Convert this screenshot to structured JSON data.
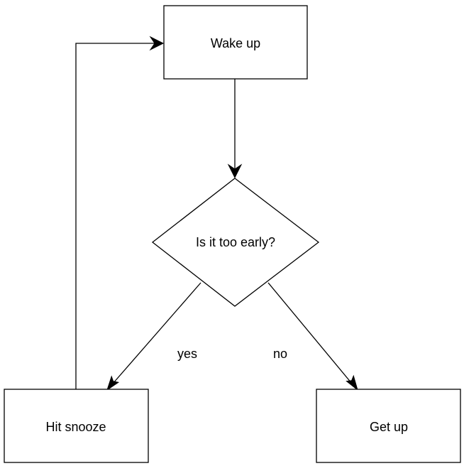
{
  "diagram": {
    "nodes": {
      "wake_up": {
        "label": "Wake up",
        "shape": "rectangle"
      },
      "decision": {
        "label": "Is it too early?",
        "shape": "diamond"
      },
      "hit_snooze": {
        "label": "Hit snooze",
        "shape": "rectangle"
      },
      "get_up": {
        "label": "Get up",
        "shape": "rectangle"
      }
    },
    "edges": [
      {
        "from": "wake_up",
        "to": "decision",
        "label": ""
      },
      {
        "from": "decision",
        "to": "hit_snooze",
        "label": "yes"
      },
      {
        "from": "decision",
        "to": "get_up",
        "label": "no"
      },
      {
        "from": "hit_snooze",
        "to": "wake_up",
        "label": ""
      }
    ],
    "labels": {
      "yes": "yes",
      "no": "no"
    },
    "colors": {
      "stroke": "#000000",
      "fill": "#ffffff",
      "text": "#000000"
    }
  }
}
